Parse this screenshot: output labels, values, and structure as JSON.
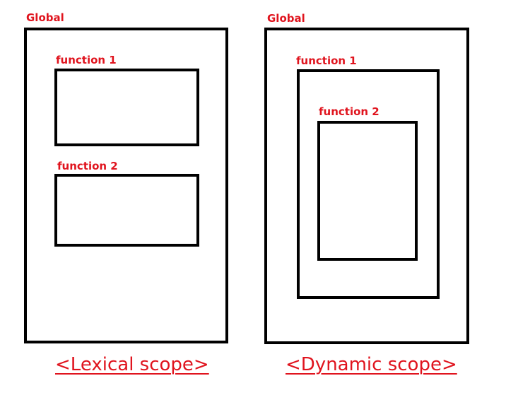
{
  "colors": {
    "label": "#e0141e",
    "border": "#000000",
    "background": "#ffffff"
  },
  "lexical": {
    "global_label": "Global",
    "function1_label": "function 1",
    "function2_label": "function 2",
    "caption": "<Lexical scope>"
  },
  "dynamic": {
    "global_label": "Global",
    "function1_label": "function 1",
    "function2_label": "function 2",
    "caption": "<Dynamic scope>"
  }
}
